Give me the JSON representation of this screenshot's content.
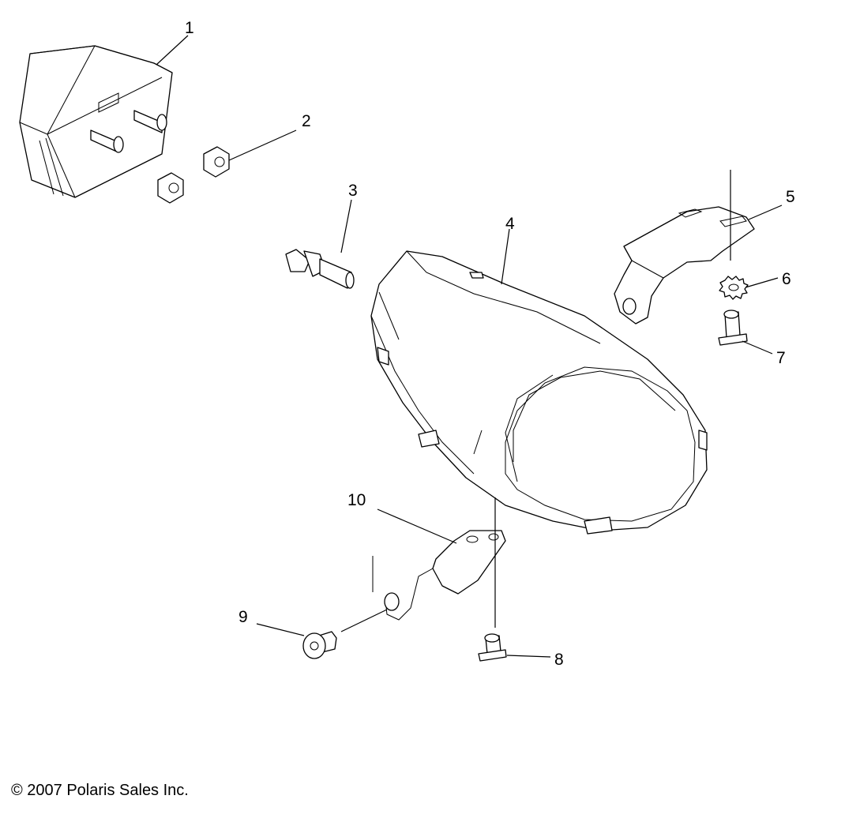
{
  "callouts": {
    "c1": "1",
    "c2": "2",
    "c3": "3",
    "c4": "4",
    "c5": "5",
    "c6": "6",
    "c7": "7",
    "c8": "8",
    "c9": "9",
    "c10": "10"
  },
  "copyright": "© 2007 Polaris Sales Inc."
}
